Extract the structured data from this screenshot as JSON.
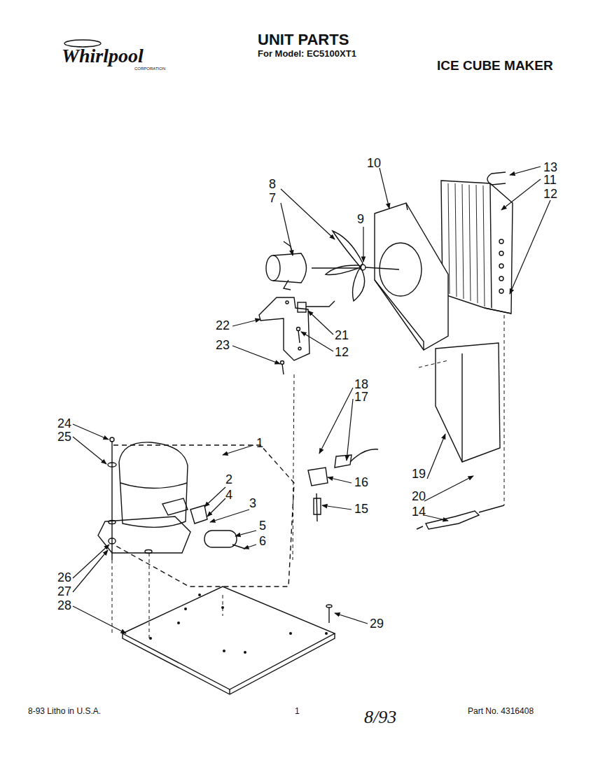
{
  "diagram": {
    "title": "UNIT PARTS",
    "labels": [
      "Whirlpool",
      "CORPORATION",
      "For Model: EC5100XT1",
      "ICE CUBE MAKER",
      "10",
      "8",
      "7",
      "9",
      "13",
      "11",
      "12",
      "22",
      "21",
      "23",
      "12",
      "18",
      "17",
      "24",
      "25",
      "1",
      "2",
      "4",
      "3",
      "16",
      "15",
      "19",
      "20",
      "14",
      "5",
      "6",
      "26",
      "27",
      "28",
      "29",
      "8-93 Litho in U.S.A.",
      "1",
      "8/93",
      "Part No. 4316408"
    ]
  }
}
